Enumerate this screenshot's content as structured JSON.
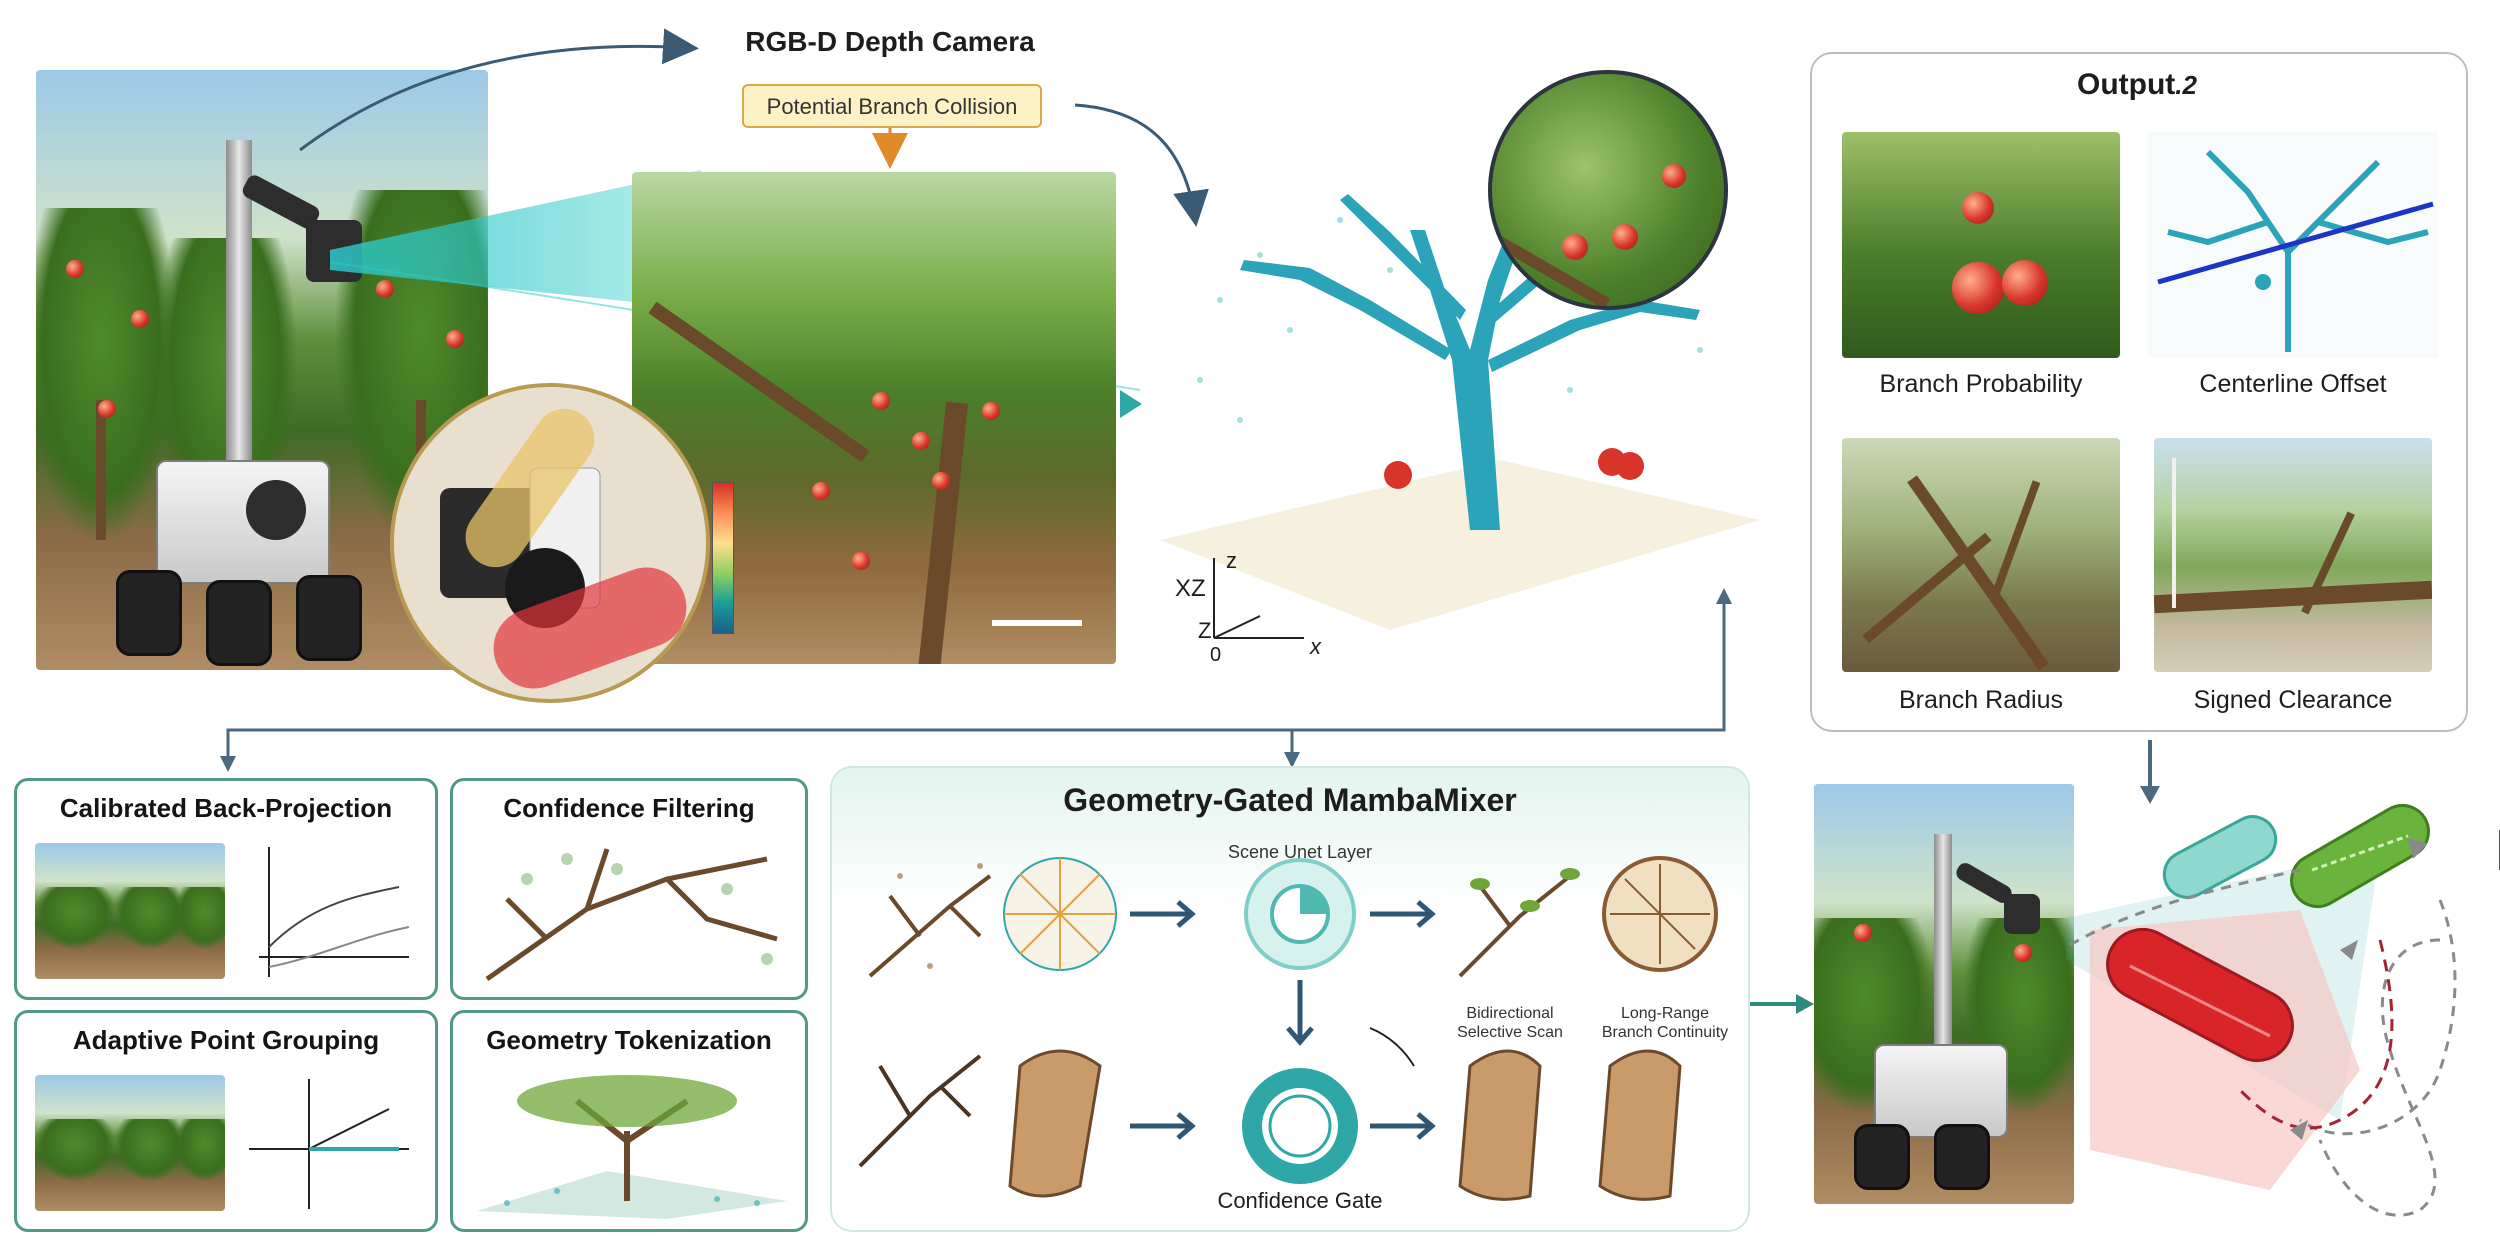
{
  "camera": {
    "title": "RGB-D Depth Camera",
    "collision_label": "Potential Branch Collision"
  },
  "axes": {
    "xz": "XZ",
    "z_top": "z",
    "z_side": "Z",
    "origin": "0",
    "x": "x"
  },
  "output": {
    "title": "Output",
    "title_suffix": ".2",
    "items": [
      {
        "label": "Branch Probability"
      },
      {
        "label": "Centerline Offset"
      },
      {
        "label": "Branch Radius"
      },
      {
        "label": "Signed Clearance"
      }
    ]
  },
  "preprocess": {
    "panels": [
      {
        "title": "Calibrated Back-Projection"
      },
      {
        "title": "Confidence Filtering"
      },
      {
        "title": "Adaptive Point Grouping"
      },
      {
        "title": "Geometry Tokenization"
      }
    ]
  },
  "mamba": {
    "title": "Geometry-Gated MambaMixer",
    "scene_layer_label": "Scene Unet Layer",
    "confidence_gate_label": "Confidence Gate",
    "bidirectional_label_1": "Bidirectional",
    "bidirectional_label_2": "Selective Scan",
    "longrange_label_1": "Long-Range",
    "longrange_label_2": "Branch Continuity"
  },
  "colors": {
    "panel_border": "#4f9a80",
    "arrow": "#3b5a73",
    "teal": "#2fa7a6",
    "collision_red": "#e0353a"
  }
}
